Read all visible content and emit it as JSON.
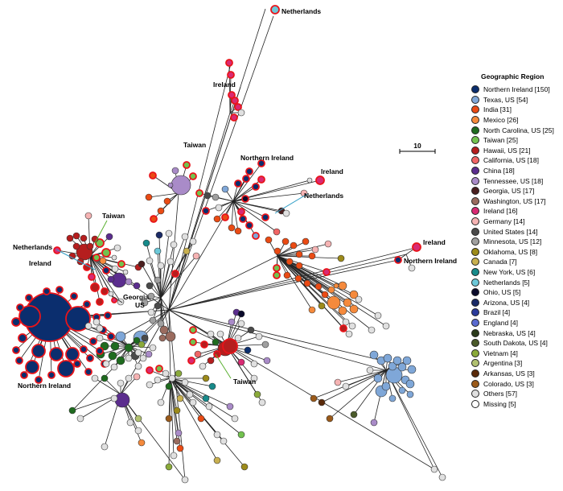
{
  "legend": {
    "title": "Geographic Region",
    "items": [
      {
        "label": "Northern Ireland [150]",
        "color": "#0b2e6e"
      },
      {
        "label": "Texas, US [54]",
        "color": "#7fa7d8"
      },
      {
        "label": "India [31]",
        "color": "#ea4b14"
      },
      {
        "label": "Mexico [26]",
        "color": "#f58a3c"
      },
      {
        "label": "North Carolina, US [25]",
        "color": "#1f6b1f"
      },
      {
        "label": "Taiwan [25]",
        "color": "#72c24f"
      },
      {
        "label": "Hawaii, US [21]",
        "color": "#b51e1e"
      },
      {
        "label": "California, US [18]",
        "color": "#f06565"
      },
      {
        "label": "China [18]",
        "color": "#5b2d8e"
      },
      {
        "label": "Tennessee, US [18]",
        "color": "#a98bc8"
      },
      {
        "label": "Georgia, US [17]",
        "color": "#4a1f1f"
      },
      {
        "label": "Washington, US [17]",
        "color": "#9a6b5e"
      },
      {
        "label": "Ireland [16]",
        "color": "#d82a73"
      },
      {
        "label": "Germany [14]",
        "color": "#f5b3b3"
      },
      {
        "label": "United States [14]",
        "color": "#4a4a4a"
      },
      {
        "label": "Minnesota, US [12]",
        "color": "#a0a0a0"
      },
      {
        "label": "Oklahoma, US [8]",
        "color": "#9c8a1a"
      },
      {
        "label": "Canada [7]",
        "color": "#c8b050"
      },
      {
        "label": "New York, US [6]",
        "color": "#178a8a"
      },
      {
        "label": "Netherlands [5]",
        "color": "#6cc8d8"
      },
      {
        "label": "Ohio, US [5]",
        "color": "#0a0a2a"
      },
      {
        "label": "Arizona, US [4]",
        "color": "#1a2a66"
      },
      {
        "label": "Brazil [4]",
        "color": "#2a3a9a"
      },
      {
        "label": "England [4]",
        "color": "#5a6ad0"
      },
      {
        "label": "Nebraska, US [4]",
        "color": "#2a3a1a"
      },
      {
        "label": "South Dakota, US [4]",
        "color": "#4a5a2a"
      },
      {
        "label": "Vietnam [4]",
        "color": "#8aaa3a"
      },
      {
        "label": "Argentina [3]",
        "color": "#b0c070"
      },
      {
        "label": "Arkansas, US [3]",
        "color": "#5a2a0a"
      },
      {
        "label": "Colorado, US [3]",
        "color": "#9a5a1a"
      },
      {
        "label": "Others [57]",
        "color": "#e0e0e0"
      },
      {
        "label": "Missing [5]",
        "color": "#ffffff"
      }
    ]
  },
  "scale_bar": {
    "label": "10"
  },
  "annotations": [
    {
      "text": "Netherlands"
    },
    {
      "text": "Ireland"
    },
    {
      "text": "Taiwan"
    },
    {
      "text": "Northern Ireland"
    },
    {
      "text": "Ireland"
    },
    {
      "text": "Taiwan"
    },
    {
      "text": "Netherlands"
    },
    {
      "text": "Netherlands"
    },
    {
      "text": "Ireland"
    },
    {
      "text": "Georgia,"
    },
    {
      "text": "US"
    },
    {
      "text": "Ireland"
    },
    {
      "text": "Northern Ireland"
    },
    {
      "text": "Taiwan"
    },
    {
      "text": "Northern Ireland"
    }
  ]
}
